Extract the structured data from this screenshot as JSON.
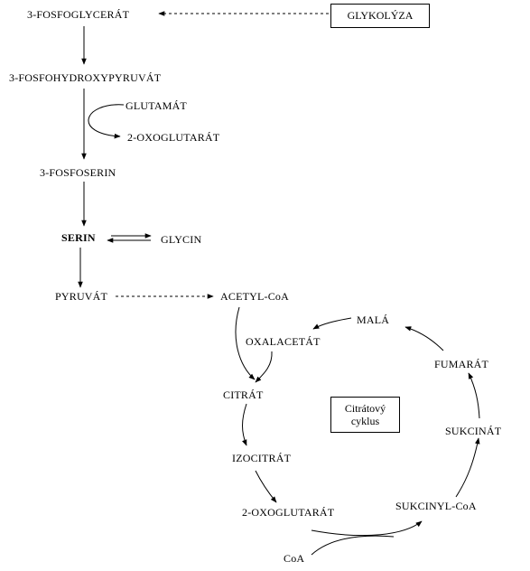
{
  "nodes": {
    "fosfoglycerat": "3-FOSFOGLYCERÁT",
    "glykolyza": "GLYKOLÝZA",
    "fosfohydroxypyruvat": "3-FOSFOHYDROXYPYRUVÁT",
    "glutamat": "GLUTAMÁT",
    "oxoglutarat_top": "2-OXOGLUTARÁT",
    "fosfoserin": "3-FOSFOSERIN",
    "serin": "SERIN",
    "glycin": "GLYCIN",
    "pyruvat": "PYRUVÁT",
    "acetylcoa": "ACETYL-CoA",
    "mala": "MALÁ",
    "oxalacetat": "OXALACETÁT",
    "fumarat": "FUMARÁT",
    "citrat": "CITRÁT",
    "cycle_line1": "Citrátový",
    "cycle_line2": "cyklus",
    "sukcinat": "SUKCINÁT",
    "izocitrat": "IZOCITRÁT",
    "oxoglutarat_cycle": "2-OXOGLUTARÁT",
    "sukcinylcoa": "SUKCINYL-CoA",
    "coa": "CoA"
  }
}
